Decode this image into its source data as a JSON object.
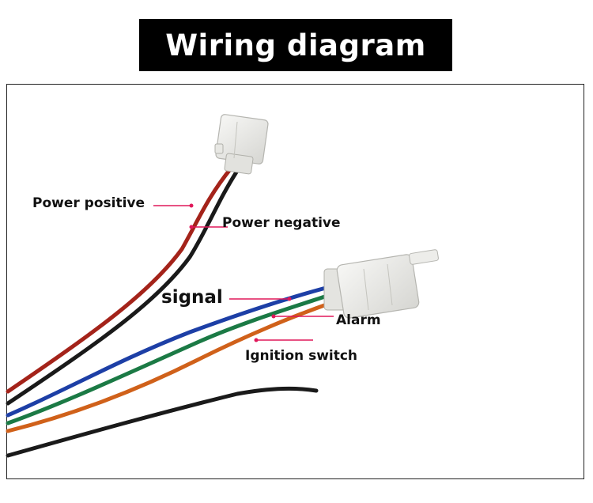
{
  "title": "Wiring diagram",
  "labels": {
    "power_positive": "Power positive",
    "power_negative": "Power negative",
    "signal": "signal",
    "alarm": "Alarm",
    "ignition_switch": "Ignition switch"
  },
  "colors": {
    "red_wire": "#a4231a",
    "black_wire": "#1a1a1a",
    "blue_wire": "#1d3fa6",
    "green_wire": "#1b7a45",
    "orange_wire": "#d0611a",
    "connector": "#ececea",
    "pointer": "#e0185a",
    "title_bg": "#000000"
  },
  "icons": {
    "two_pin_connector": "two-pin-connector-icon",
    "three_pin_connector": "three-pin-connector-icon"
  }
}
